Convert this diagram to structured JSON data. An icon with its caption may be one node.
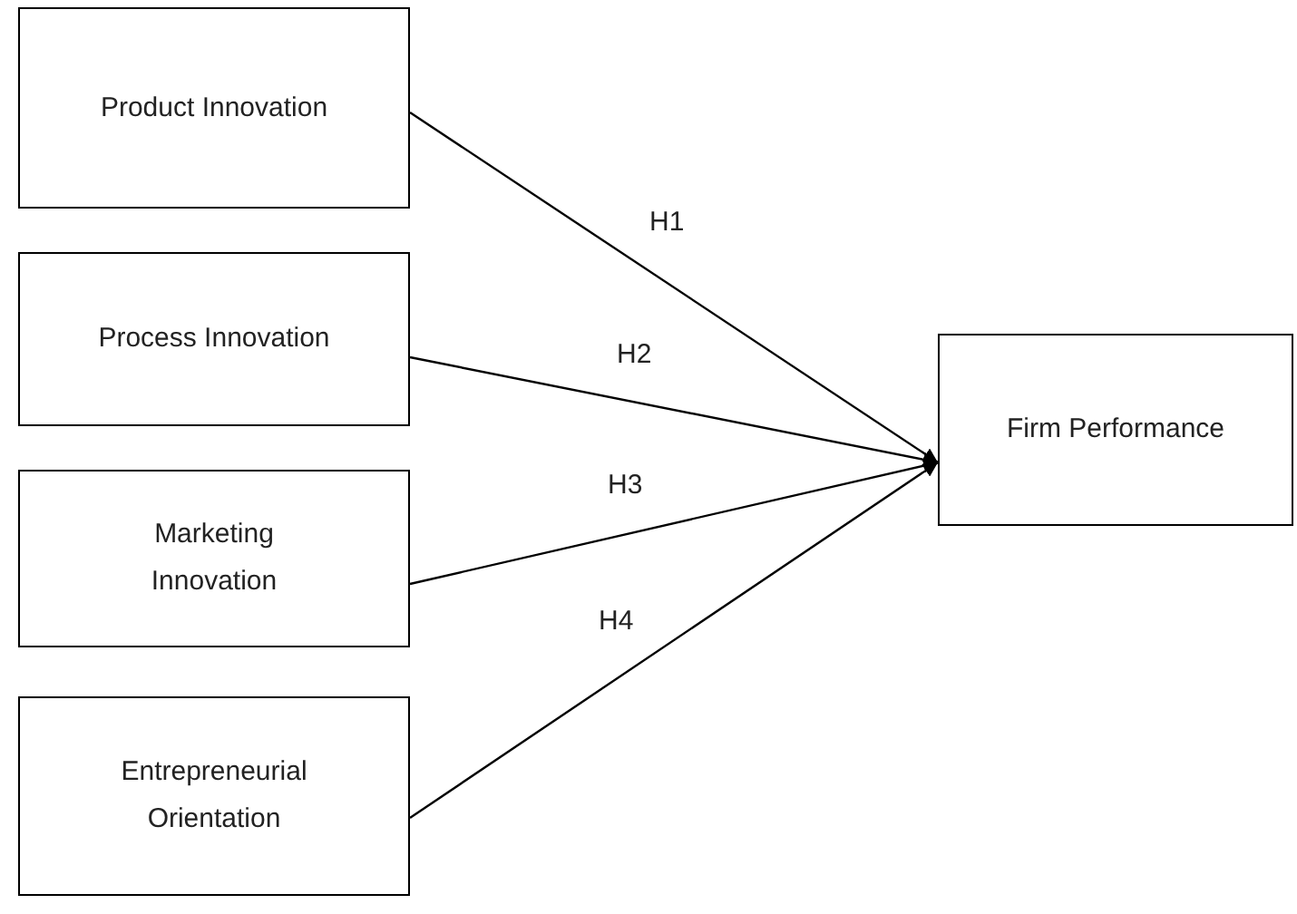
{
  "diagram": {
    "nodes": [
      {
        "text": [
          "Product Innovation"
        ]
      },
      {
        "text": [
          "Process Innovation"
        ]
      },
      {
        "text": [
          "Marketing Innovation"
        ]
      },
      {
        "text": [
          "Entrepreneurial Orientation"
        ]
      },
      {
        "text": [
          "Firm Performance"
        ]
      }
    ],
    "edges": [
      {
        "from": 0,
        "to": 4,
        "arrow": "to",
        "label": "H1"
      },
      {
        "from": 1,
        "to": 4,
        "arrow": "to",
        "label": "H2"
      },
      {
        "from": 2,
        "to": 4,
        "arrow": "to",
        "label": "H3"
      },
      {
        "from": 3,
        "to": 4,
        "arrow": "to",
        "label": "H4"
      }
    ]
  }
}
